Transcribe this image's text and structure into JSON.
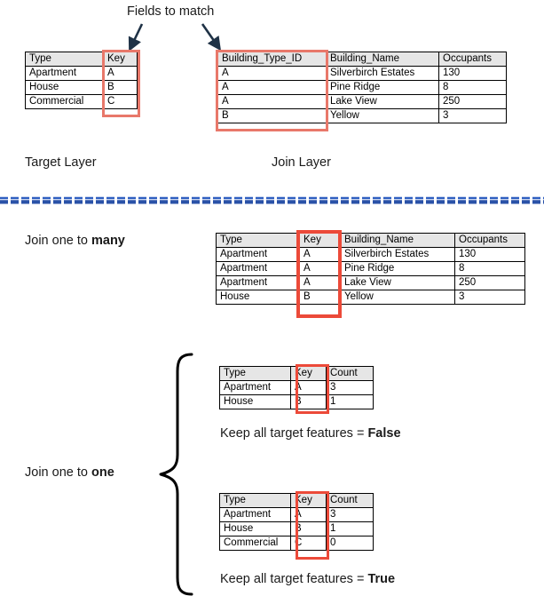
{
  "diagram": {
    "title_note": "Fields to match",
    "target_layer_label": "Target Layer",
    "join_layer_label": "Join Layer",
    "join_one_to_many_prefix": "Join one to ",
    "join_one_to_many_emphasis": "many",
    "join_one_to_one_prefix": "Join one to ",
    "join_one_to_one_emphasis": "one",
    "keep_all_prefix": "Keep all target features = ",
    "keep_all_false": "False",
    "keep_all_true": "True"
  },
  "colors": {
    "highlight_soft": "#e8786a",
    "highlight_strong": "#ec4a39",
    "divider_blue": "#2f5fc0",
    "header_fill": "#e6e6e6",
    "grid_line": "#000000",
    "arrow": "#1f3246"
  },
  "target_table": {
    "name": "target-layer-table",
    "headers": [
      "Type",
      "Key"
    ],
    "rows": [
      [
        "Apartment",
        "A"
      ],
      [
        "House",
        "B"
      ],
      [
        "Commercial",
        "C"
      ]
    ]
  },
  "join_table": {
    "name": "join-layer-table",
    "headers": [
      "Building_Type_ID",
      "Building_Name",
      "Occupants"
    ],
    "rows": [
      [
        "A",
        "Silverbirch Estates",
        "130"
      ],
      [
        "A",
        "Pine Ridge",
        "8"
      ],
      [
        "A",
        "Lake View",
        "250"
      ],
      [
        "B",
        "Yellow",
        "3"
      ]
    ]
  },
  "one_to_many_table": {
    "name": "one-to-many-result-table",
    "headers": [
      "Type",
      "Key",
      "Building_Name",
      "Occupants"
    ],
    "rows": [
      [
        "Apartment",
        "A",
        "Silverbirch Estates",
        "130"
      ],
      [
        "Apartment",
        "A",
        "Pine Ridge",
        "8"
      ],
      [
        "Apartment",
        "A",
        "Lake View",
        "250"
      ],
      [
        "House",
        "B",
        "Yellow",
        "3"
      ]
    ]
  },
  "one_to_one_false_table": {
    "name": "one-to-one-keep-false-table",
    "headers": [
      "Type",
      "Key",
      "Count"
    ],
    "rows": [
      [
        "Apartment",
        "A",
        "3"
      ],
      [
        "House",
        "B",
        "1"
      ]
    ]
  },
  "one_to_one_true_table": {
    "name": "one-to-one-keep-true-table",
    "headers": [
      "Type",
      "Key",
      "Count"
    ],
    "rows": [
      [
        "Apartment",
        "A",
        "3"
      ],
      [
        "House",
        "B",
        "1"
      ],
      [
        "Commercial",
        "C",
        "0"
      ]
    ]
  },
  "icons": {
    "arrow_left": "arrow-down-right-icon",
    "arrow_right": "arrow-down-right-icon",
    "brace": "curly-brace-icon",
    "divider": "dashed-divider-icon"
  }
}
